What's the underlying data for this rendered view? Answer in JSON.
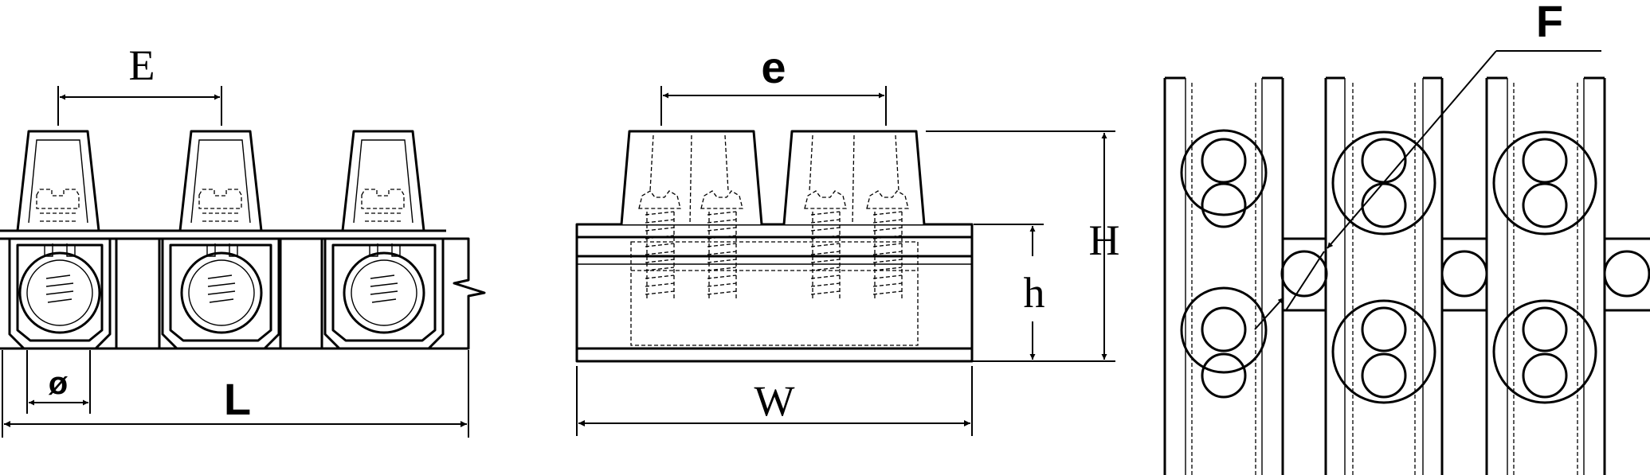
{
  "labels": {
    "E": "E",
    "L": "L",
    "phi": "ø",
    "e": "e",
    "W": "W",
    "H": "H",
    "h": "h",
    "F": "F"
  }
}
